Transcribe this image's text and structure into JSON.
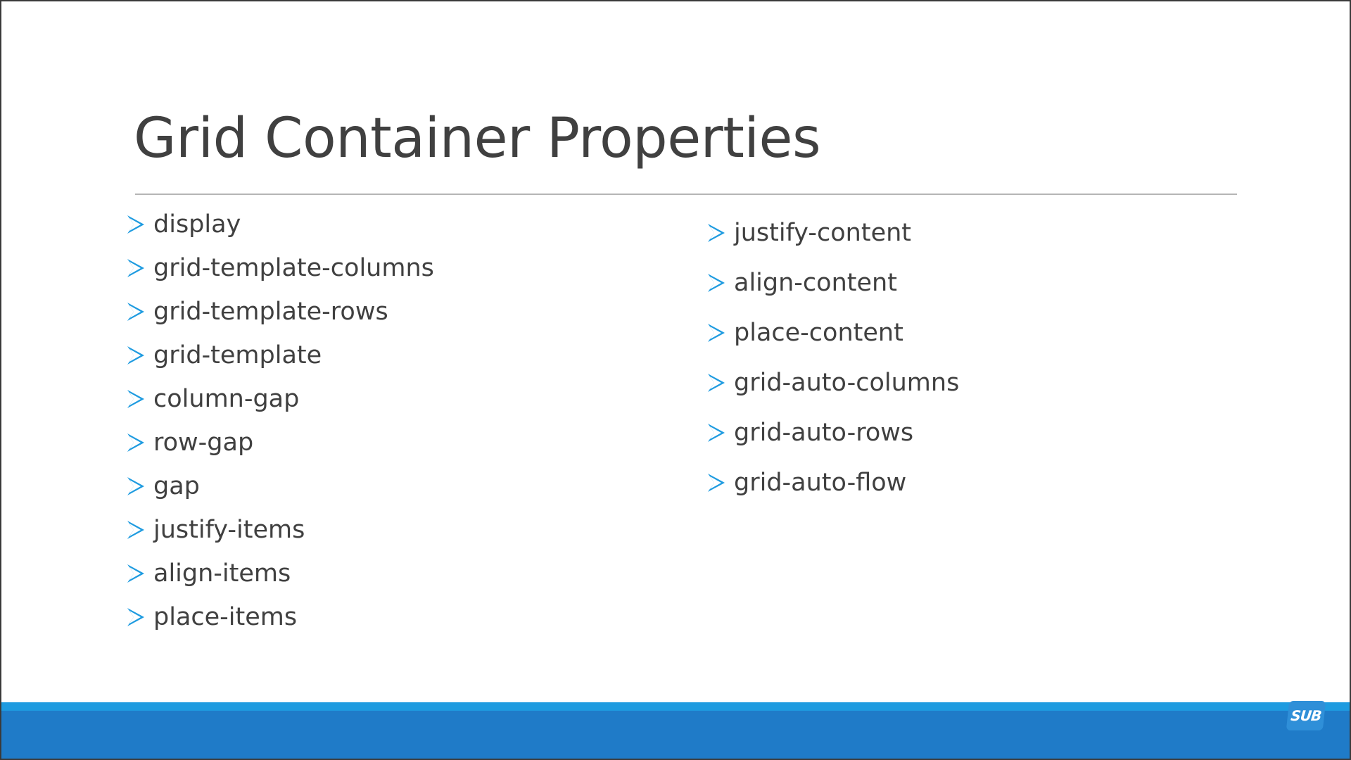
{
  "slide": {
    "title": "Grid Container Properties",
    "bullet_icon": "arrow-bullet-icon",
    "left_items": [
      "display",
      "grid-template-columns",
      "grid-template-rows",
      "grid-template",
      "column-gap",
      "row-gap",
      "gap",
      "justify-items",
      "align-items",
      "place-items"
    ],
    "right_items": [
      "justify-content",
      "align-content",
      "place-content",
      "grid-auto-columns",
      "grid-auto-rows",
      "grid-auto-flow"
    ]
  },
  "footer": {
    "logo_text": "SUB"
  },
  "colors": {
    "accent_blue": "#1e9be0",
    "footer_blue": "#1f7bc8",
    "text_gray": "#404040"
  }
}
